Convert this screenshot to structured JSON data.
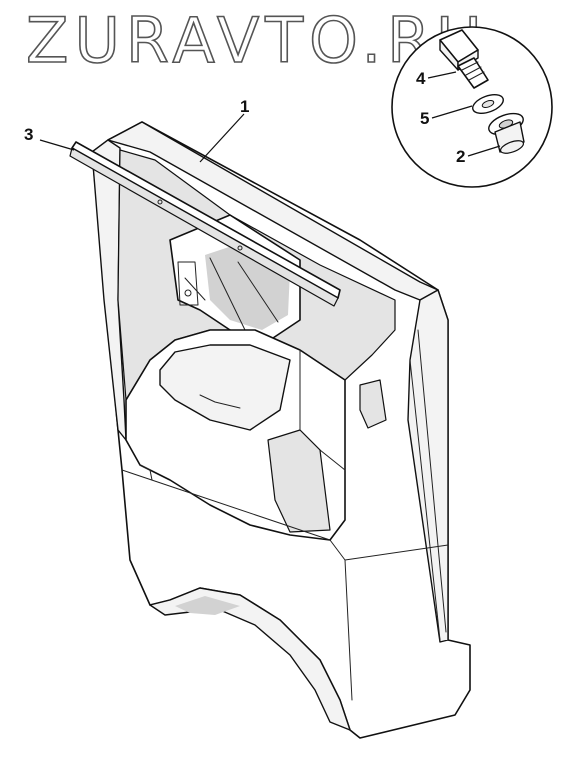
{
  "watermark": {
    "text": "ZURAVTO.RU"
  },
  "callouts": [
    {
      "id": "panel",
      "number": "1"
    },
    {
      "id": "rivet",
      "number": "2"
    },
    {
      "id": "trim-strip",
      "number": "3"
    },
    {
      "id": "bolt",
      "number": "4"
    },
    {
      "id": "washer",
      "number": "5"
    }
  ],
  "colors": {
    "line": "#111111",
    "watermark_outline": "#555555",
    "background": "#ffffff"
  }
}
